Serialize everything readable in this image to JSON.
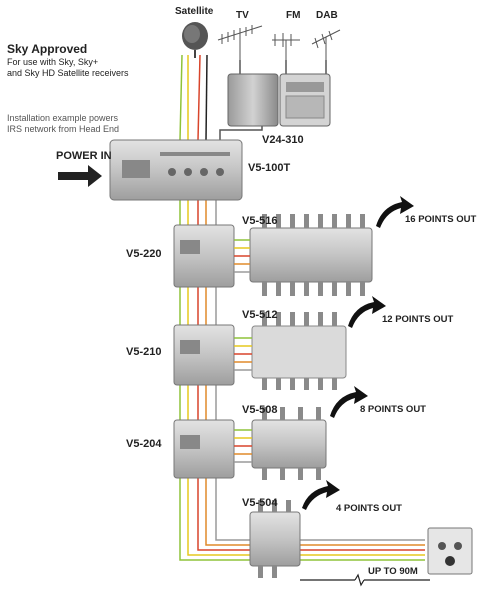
{
  "sources": {
    "satellite": "Satellite",
    "tv": "TV",
    "fm": "FM",
    "dab": "DAB"
  },
  "intro": {
    "title": "Sky Approved",
    "line1": "For use with Sky, Sky+",
    "line2": "and Sky HD Satellite receivers"
  },
  "note": {
    "line1": "Installation example powers",
    "line2": "IRS network from Head End"
  },
  "power_in": "POWER IN",
  "units": {
    "v24_310": "V24-310",
    "v5_100t": "V5-100T",
    "v5_516": "V5-516",
    "v5_220": "V5-220",
    "v5_512": "V5-512",
    "v5_210": "V5-210",
    "v5_508": "V5-508",
    "v5_204": "V5-204",
    "v5_504": "V5-504"
  },
  "outputs": {
    "p16": "16 POINTS OUT",
    "p12": "12 POINTS OUT",
    "p8": "8 POINTS OUT",
    "p4": "4 POINTS OUT"
  },
  "distance": "UP TO 90M",
  "colors": {
    "cable_green": "#8fc33a",
    "cable_yellow": "#e6c81e",
    "cable_red": "#d9442b",
    "cable_orange": "#e08a2a",
    "cable_grey": "#9a9a9a",
    "cable_black": "#222222",
    "unit_body": "#c9c9c9",
    "unit_dark": "#6f6f6f"
  }
}
